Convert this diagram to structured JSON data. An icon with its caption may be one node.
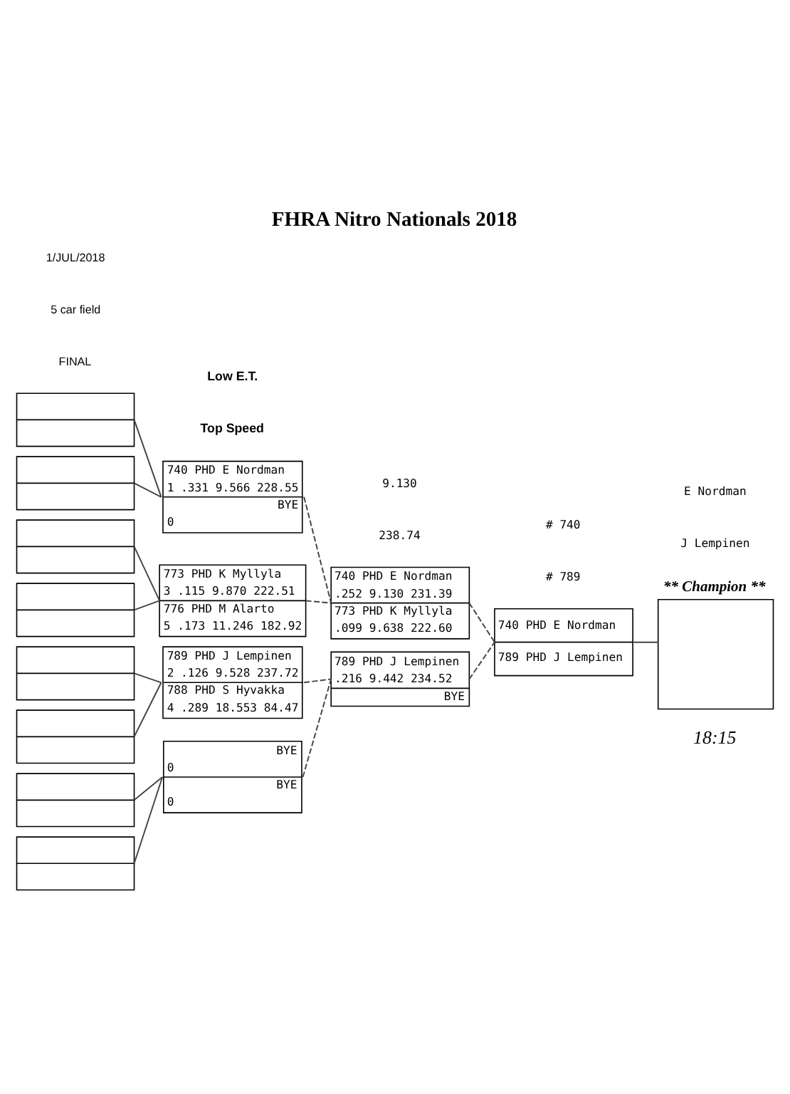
{
  "diagram": {
    "title": "FHRA Nitro Nationals 2018",
    "nodes": [
      {
        "text": [],
        "shape": "box"
      },
      {
        "text": [],
        "shape": "box"
      },
      {
        "text": [],
        "shape": "box"
      },
      {
        "text": [],
        "shape": "box"
      },
      {
        "text": [],
        "shape": "box"
      },
      {
        "text": [],
        "shape": "box"
      },
      {
        "text": [],
        "shape": "box"
      },
      {
        "text": [],
        "shape": "box"
      },
      {
        "text": [
          "740 PHD E Nordman",
          "1 .331 9.566 228.55",
          "BYE",
          "0"
        ]
      },
      {
        "text": [
          "773 PHD K Myllyla",
          "3 .115 9.870 222.51",
          "776 PHD M Alarto",
          "5 .173 11.246 182.92"
        ]
      },
      {
        "text": [
          "789 PHD J Lempinen",
          "2 .126 9.528 237.72",
          "788 PHD S Hyvakka",
          "4 .289 18.553 84.47"
        ]
      },
      {
        "text": [
          "BYE",
          "0",
          "BYE",
          "0"
        ]
      },
      {
        "text": [
          "740 PHD E Nordman",
          ".252 9.130 231.39",
          "773 PHD K Myllyla",
          ".099 9.638 222.60"
        ]
      },
      {
        "text": [
          "789 PHD J Lempinen",
          ".216 9.442 234.52",
          "BYE"
        ]
      },
      {
        "text": [
          "740 PHD E Nordman",
          "789 PHD J Lempinen"
        ]
      },
      {
        "text": [
          "** Champion **"
        ]
      }
    ],
    "edges": [
      {
        "from": 0,
        "to": 8,
        "arrow": "none"
      },
      {
        "from": 1,
        "to": 8,
        "arrow": "none"
      },
      {
        "from": 2,
        "to": 9,
        "arrow": "none"
      },
      {
        "from": 3,
        "to": 9,
        "arrow": "none"
      },
      {
        "from": 4,
        "to": 10,
        "arrow": "none"
      },
      {
        "from": 5,
        "to": 10,
        "arrow": "none"
      },
      {
        "from": 6,
        "to": 11,
        "arrow": "none"
      },
      {
        "from": 7,
        "to": 11,
        "arrow": "none"
      },
      {
        "from": 8,
        "to": 12,
        "arrow": "none",
        "style": "dashed"
      },
      {
        "from": 9,
        "to": 12,
        "arrow": "none",
        "style": "dashed"
      },
      {
        "from": 10,
        "to": 13,
        "arrow": "none",
        "style": "dashed"
      },
      {
        "from": 11,
        "to": 13,
        "arrow": "none",
        "style": "dashed"
      },
      {
        "from": 12,
        "to": 14,
        "arrow": "none",
        "style": "dashed"
      },
      {
        "from": 13,
        "to": 14,
        "arrow": "none",
        "style": "dashed"
      },
      {
        "from": 14,
        "to": 15,
        "arrow": "none"
      }
    ],
    "labels": [
      "1/JUL/2018",
      "5 car field",
      "FINAL",
      "Low E.T.",
      "9.130",
      "# 740",
      "E Nordman",
      "Top Speed",
      "238.74",
      "# 789",
      "J Lempinen",
      "18:15"
    ]
  }
}
